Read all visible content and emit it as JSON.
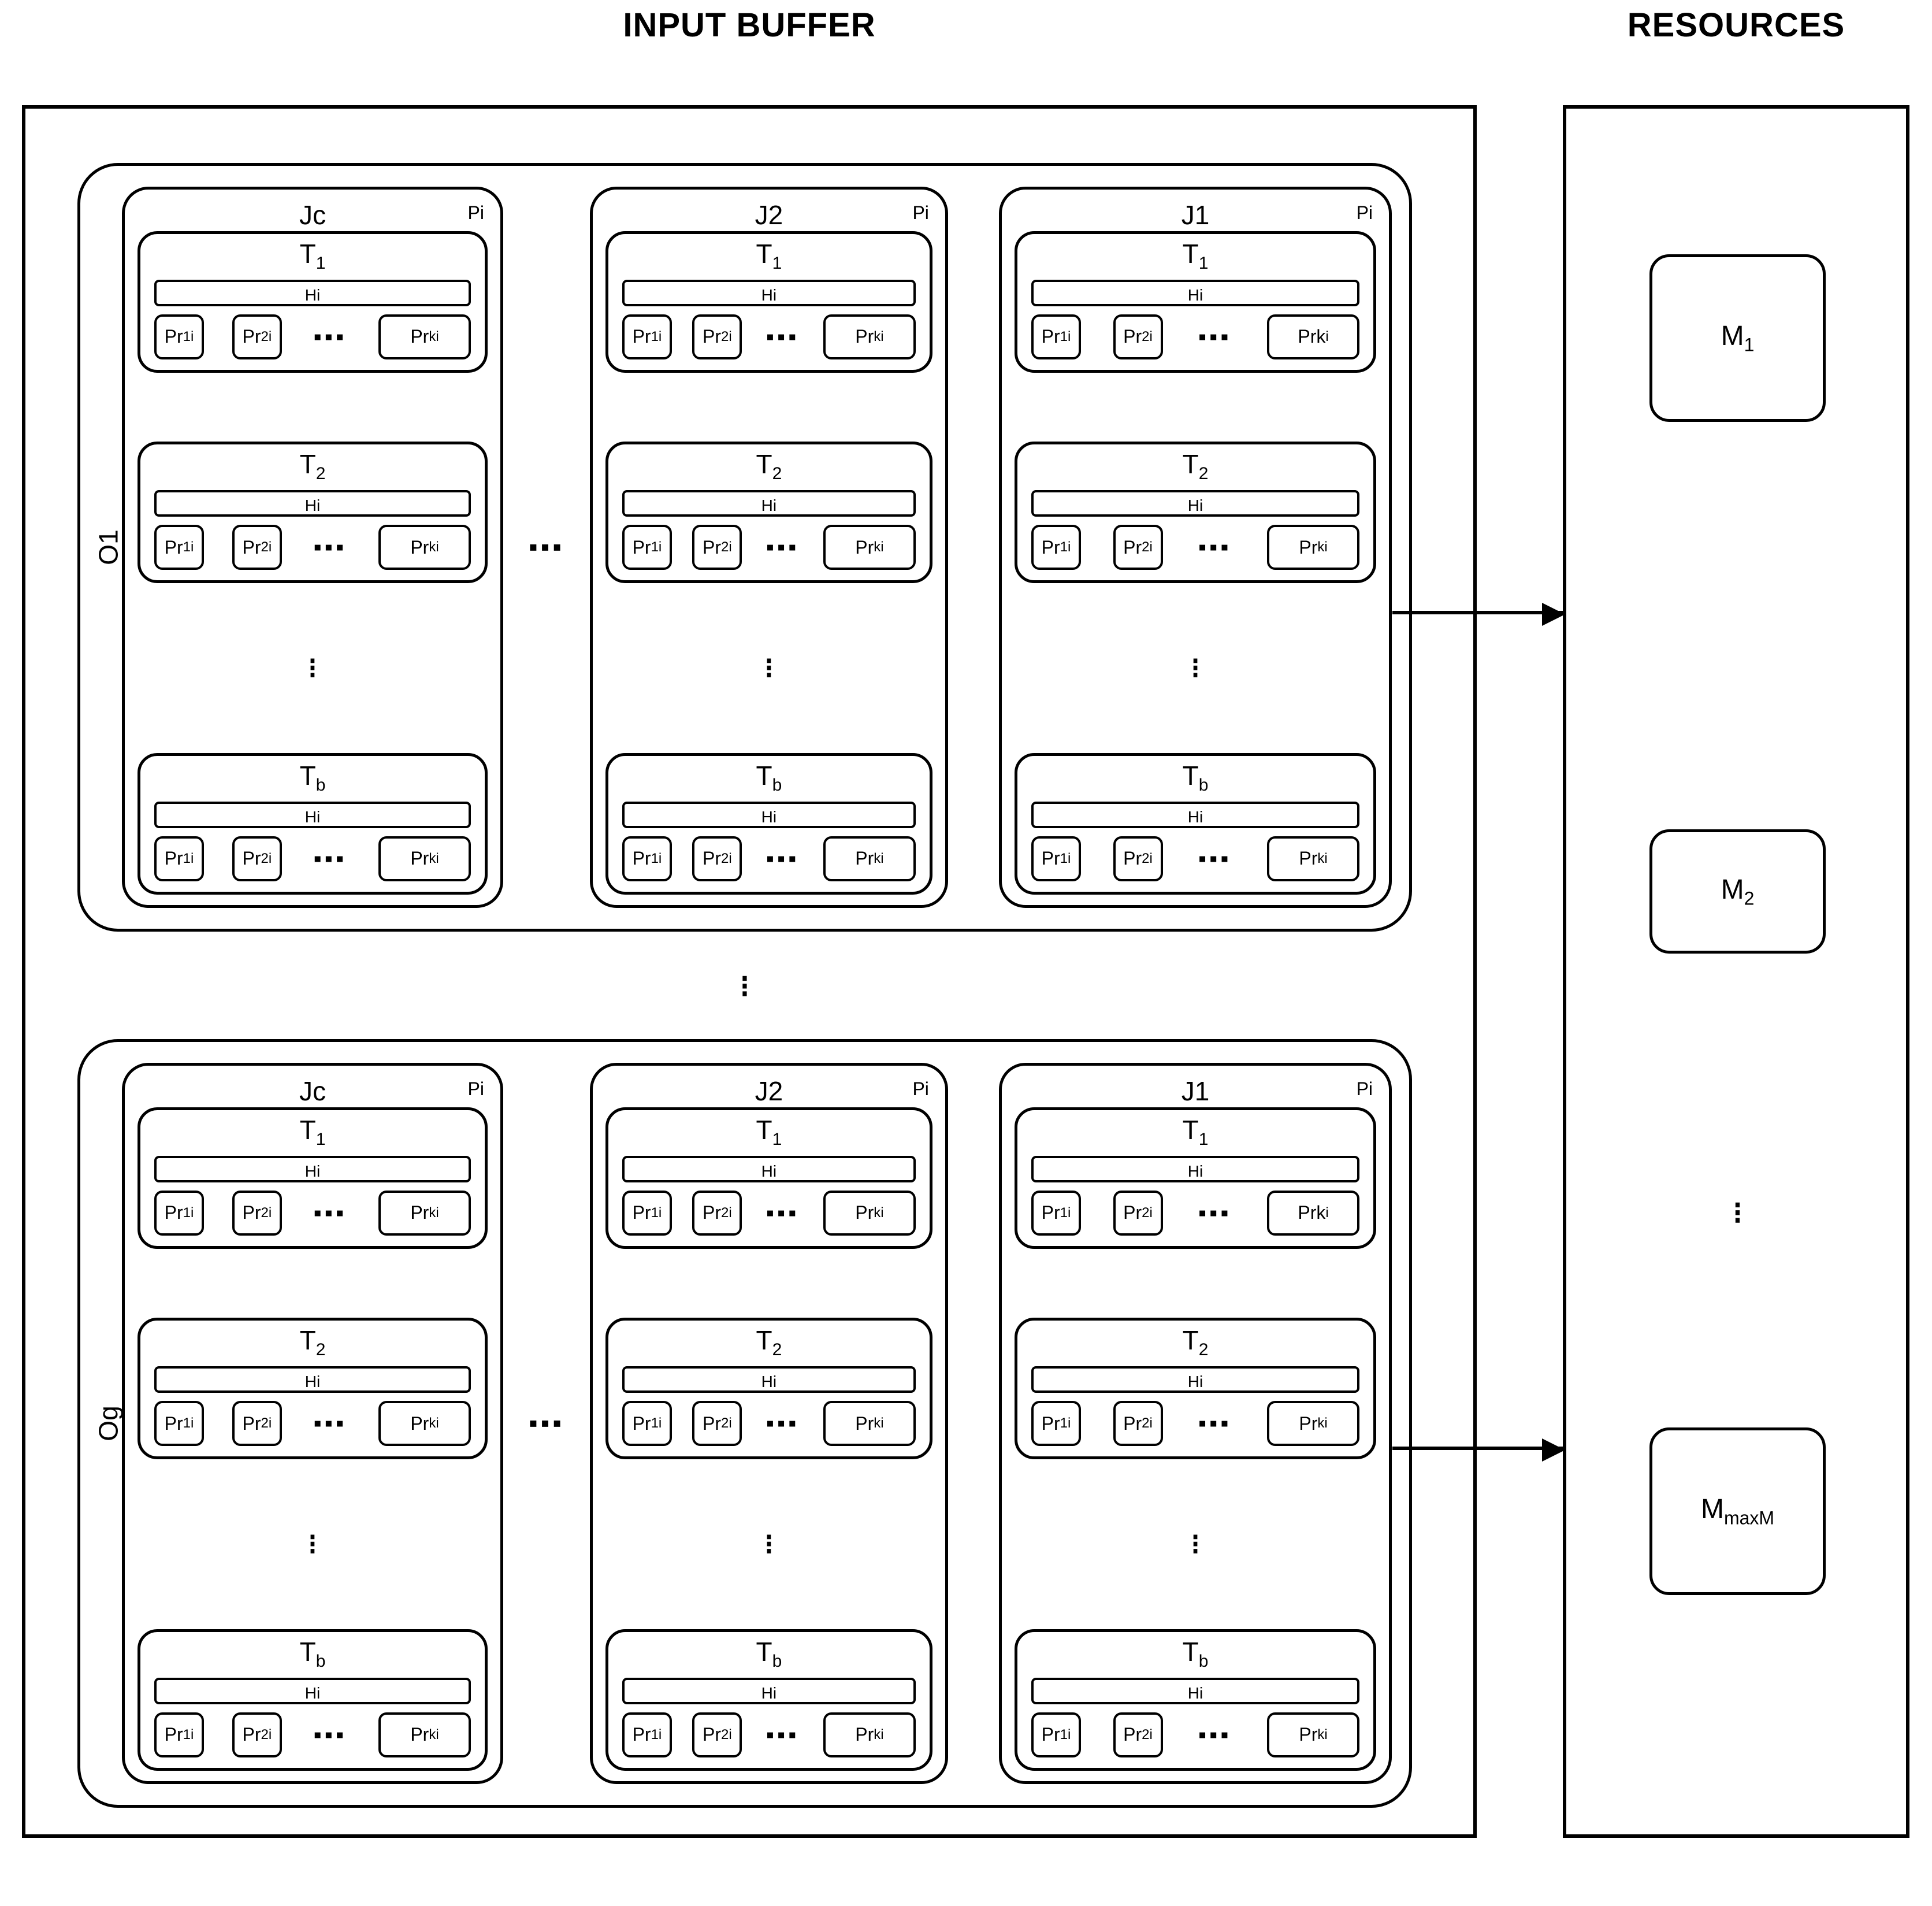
{
  "panels": {
    "input_buffer": {
      "title": "INPUT BUFFER"
    },
    "resources": {
      "title": "RESOURCES"
    }
  },
  "labels": {
    "hi": "Hi",
    "priority": "Pi",
    "hdots": "▪▪▪",
    "vdots": "⁝",
    "group_dots": "⁝",
    "col_dots": "▪▪▪"
  },
  "order_groups": [
    {
      "id": "O1",
      "label": "O1",
      "jobs": [
        {
          "name": "Jc",
          "priority": "Pi",
          "tasks": [
            {
              "name": "T",
              "index": "1",
              "hi": "Hi",
              "processors": [
                {
                  "base": "Pr",
                  "sub": "1i"
                },
                {
                  "base": "Pr",
                  "sub": "2i"
                },
                {
                  "base": "Pr",
                  "sub": "ki"
                }
              ]
            },
            {
              "name": "T",
              "index": "2",
              "hi": "Hi",
              "processors": [
                {
                  "base": "Pr",
                  "sub": "1i"
                },
                {
                  "base": "Pr",
                  "sub": "2i"
                },
                {
                  "base": "Pr",
                  "sub": "ki"
                }
              ]
            },
            {
              "name": "T",
              "index": "b",
              "hi": "Hi",
              "processors": [
                {
                  "base": "Pr",
                  "sub": "1i"
                },
                {
                  "base": "Pr",
                  "sub": "2i"
                },
                {
                  "base": "Pr",
                  "sub": "ki"
                }
              ]
            }
          ]
        },
        {
          "name": "J2",
          "priority": "Pi",
          "tasks": [
            {
              "name": "T",
              "index": "1",
              "hi": "Hi",
              "processors": [
                {
                  "base": "Pr",
                  "sub": "1i"
                },
                {
                  "base": "Pr",
                  "sub": "2i"
                },
                {
                  "base": "Pr",
                  "sub": "ki"
                }
              ]
            },
            {
              "name": "T",
              "index": "2",
              "hi": "Hi",
              "processors": [
                {
                  "base": "Pr",
                  "sub": "1i"
                },
                {
                  "base": "Pr",
                  "sub": "2i"
                },
                {
                  "base": "Pr",
                  "sub": "ki"
                }
              ]
            },
            {
              "name": "T",
              "index": "b",
              "hi": "Hi",
              "processors": [
                {
                  "base": "Pr",
                  "sub": "1i"
                },
                {
                  "base": "Pr",
                  "sub": "2i"
                },
                {
                  "base": "Pr",
                  "sub": "ki"
                }
              ]
            }
          ]
        },
        {
          "name": "J1",
          "priority": "Pi",
          "tasks": [
            {
              "name": "T",
              "index": "1",
              "hi": "Hi",
              "processors": [
                {
                  "base": "Pr",
                  "sub": "1i"
                },
                {
                  "base": "Pr",
                  "sub": "2i"
                },
                {
                  "base": "Prk",
                  "sub": "i"
                }
              ]
            },
            {
              "name": "T",
              "index": "2",
              "hi": "Hi",
              "processors": [
                {
                  "base": "Pr",
                  "sub": "1i"
                },
                {
                  "base": "Pr",
                  "sub": "2i"
                },
                {
                  "base": "Pr",
                  "sub": "ki"
                }
              ]
            },
            {
              "name": "T",
              "index": "b",
              "hi": "Hi",
              "processors": [
                {
                  "base": "Pr",
                  "sub": "1i"
                },
                {
                  "base": "Pr",
                  "sub": "2i"
                },
                {
                  "base": "Pr",
                  "sub": "ki"
                }
              ]
            }
          ]
        }
      ]
    },
    {
      "id": "Og",
      "label": "Og",
      "jobs": [
        {
          "name": "Jc",
          "priority": "Pi",
          "tasks": [
            {
              "name": "T",
              "index": "1",
              "hi": "Hi",
              "processors": [
                {
                  "base": "Pr",
                  "sub": "1i"
                },
                {
                  "base": "Pr",
                  "sub": "2i"
                },
                {
                  "base": "Pr",
                  "sub": "ki"
                }
              ]
            },
            {
              "name": "T",
              "index": "2",
              "hi": "Hi",
              "processors": [
                {
                  "base": "Pr",
                  "sub": "1i"
                },
                {
                  "base": "Pr",
                  "sub": "2i"
                },
                {
                  "base": "Pr",
                  "sub": "ki"
                }
              ]
            },
            {
              "name": "T",
              "index": "b",
              "hi": "Hi",
              "processors": [
                {
                  "base": "Pr",
                  "sub": "1i"
                },
                {
                  "base": "Pr",
                  "sub": "2i"
                },
                {
                  "base": "Pr",
                  "sub": "ki"
                }
              ]
            }
          ]
        },
        {
          "name": "J2",
          "priority": "Pi",
          "tasks": [
            {
              "name": "T",
              "index": "1",
              "hi": "Hi",
              "processors": [
                {
                  "base": "Pr",
                  "sub": "1i"
                },
                {
                  "base": "Pr",
                  "sub": "2i"
                },
                {
                  "base": "Pr",
                  "sub": "ki"
                }
              ]
            },
            {
              "name": "T",
              "index": "2",
              "hi": "Hi",
              "processors": [
                {
                  "base": "Pr",
                  "sub": "1i"
                },
                {
                  "base": "Pr",
                  "sub": "2i"
                },
                {
                  "base": "Pr",
                  "sub": "ki"
                }
              ]
            },
            {
              "name": "T",
              "index": "b",
              "hi": "Hi",
              "processors": [
                {
                  "base": "Pr",
                  "sub": "1i"
                },
                {
                  "base": "Pr",
                  "sub": "2i"
                },
                {
                  "base": "Pr",
                  "sub": "ki"
                }
              ]
            }
          ]
        },
        {
          "name": "J1",
          "priority": "Pi",
          "tasks": [
            {
              "name": "T",
              "index": "1",
              "hi": "Hi",
              "processors": [
                {
                  "base": "Pr",
                  "sub": "1i"
                },
                {
                  "base": "Pr",
                  "sub": "2i"
                },
                {
                  "base": "Prk",
                  "sub": "i"
                }
              ]
            },
            {
              "name": "T",
              "index": "2",
              "hi": "Hi",
              "processors": [
                {
                  "base": "Pr",
                  "sub": "1i"
                },
                {
                  "base": "Pr",
                  "sub": "2i"
                },
                {
                  "base": "Pr",
                  "sub": "ki"
                }
              ]
            },
            {
              "name": "T",
              "index": "b",
              "hi": "Hi",
              "processors": [
                {
                  "base": "Pr",
                  "sub": "1i"
                },
                {
                  "base": "Pr",
                  "sub": "2i"
                },
                {
                  "base": "Pr",
                  "sub": "ki"
                }
              ]
            }
          ]
        }
      ]
    }
  ],
  "machines": [
    {
      "base": "M",
      "sub": "1"
    },
    {
      "base": "M",
      "sub": "2"
    },
    {
      "base": "M",
      "sub": "maxM"
    }
  ],
  "colors": {
    "stroke": "#000000",
    "background": "#ffffff"
  }
}
